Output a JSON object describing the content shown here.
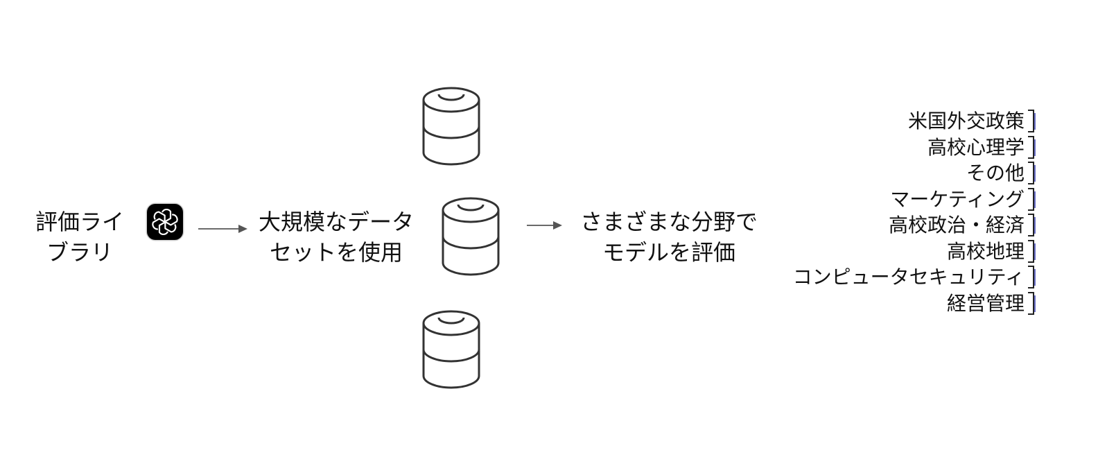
{
  "flow": {
    "library_label": [
      "評価ライ",
      "ブラリ"
    ],
    "dataset_label": [
      "大規模なデータ",
      "セットを使用"
    ],
    "evaluate_label": [
      "さまざまな分野で",
      "モデルを評価"
    ]
  },
  "categories": [
    "米国外交政策",
    "高校心理学",
    "その他",
    "マーケティング",
    "高校政治・経済",
    "高校地理",
    "コンピュータセキュリティ",
    "経営管理"
  ],
  "icons": {
    "app_icon": "openai-logo-icon",
    "database_icon": "database-icon",
    "arrow_icon": "right-arrow-icon"
  },
  "colors": {
    "text": "#111111",
    "icon_stroke": "#333333",
    "arrow": "#555555",
    "bracket_accent": "#6a6fc8"
  }
}
